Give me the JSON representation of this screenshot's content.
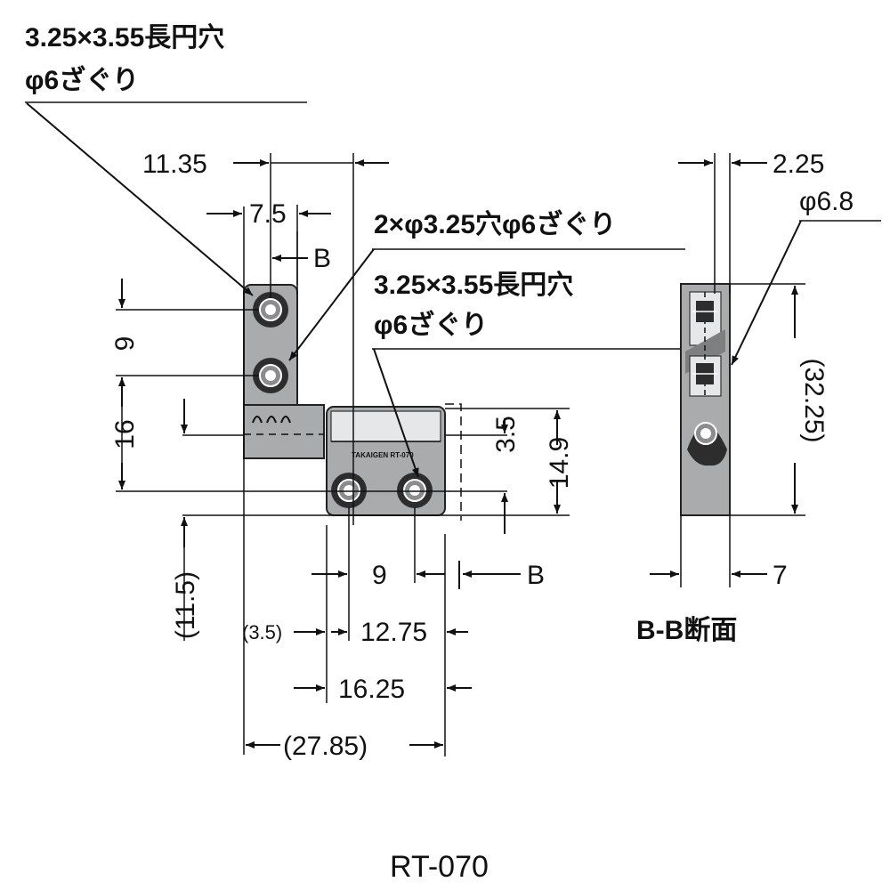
{
  "colors": {
    "ink": "#111111",
    "part": "#a9abad",
    "dark": "#2d2d2d",
    "background": "#ffffff"
  },
  "notes": {
    "slot_top_line1": "3.25×3.55長円穴",
    "slot_top_line2": "φ6ざぐり",
    "holes": "2×φ3.25穴φ6ざぐり",
    "slot_mid_line1": "3.25×3.55長円穴",
    "slot_mid_line2": "φ6ざぐり"
  },
  "dims": {
    "d11_35": "11.35",
    "d7_5": "7.5",
    "dB_top": "B",
    "d9_left": "9",
    "d16": "16",
    "d11_5": "(11.5)",
    "d3_5_right": "3.5",
    "d14_9": "14.9",
    "d9_bottom": "9",
    "dB_bottom": "B",
    "d3_5_paren": "(3.5)",
    "d12_75": "12.75",
    "d16_25": "16.25",
    "d27_85": "(27.85)",
    "d2_25": "2.25",
    "d6_8": "φ6.8",
    "d32_25": "(32.25)",
    "d7": "7"
  },
  "section_label": "B-B断面",
  "model": "RT-070"
}
